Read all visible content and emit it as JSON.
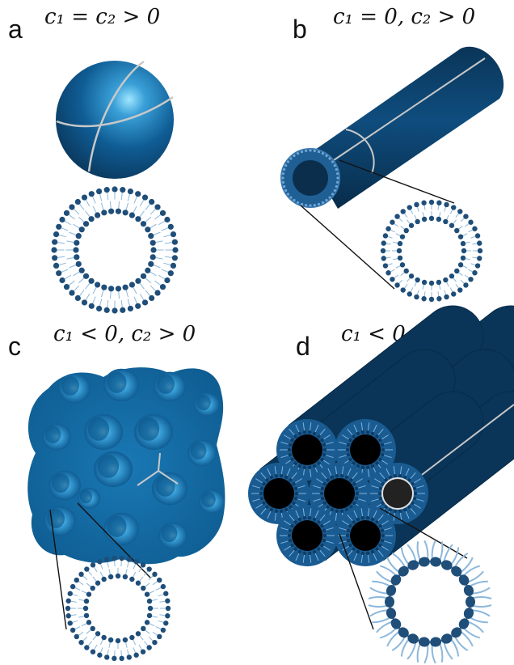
{
  "panels": [
    {
      "letter": "a",
      "condition": "c₁ = c₂ > 0"
    },
    {
      "letter": "b",
      "condition": "c₁ = 0, c₂ > 0"
    },
    {
      "letter": "c",
      "condition": "c₁ < 0, c₂ > 0"
    },
    {
      "letter": "d",
      "condition": "c₁ < 0, c₂ = 0"
    }
  ],
  "colors": {
    "surface": "#0d4a7a",
    "surface_dark": "#0a3558",
    "surface_light": "#3aa8e0",
    "lipid_head": "#1f4e79",
    "lipid_tail": "#8cb8dc",
    "seam": "#c8c8c8"
  }
}
